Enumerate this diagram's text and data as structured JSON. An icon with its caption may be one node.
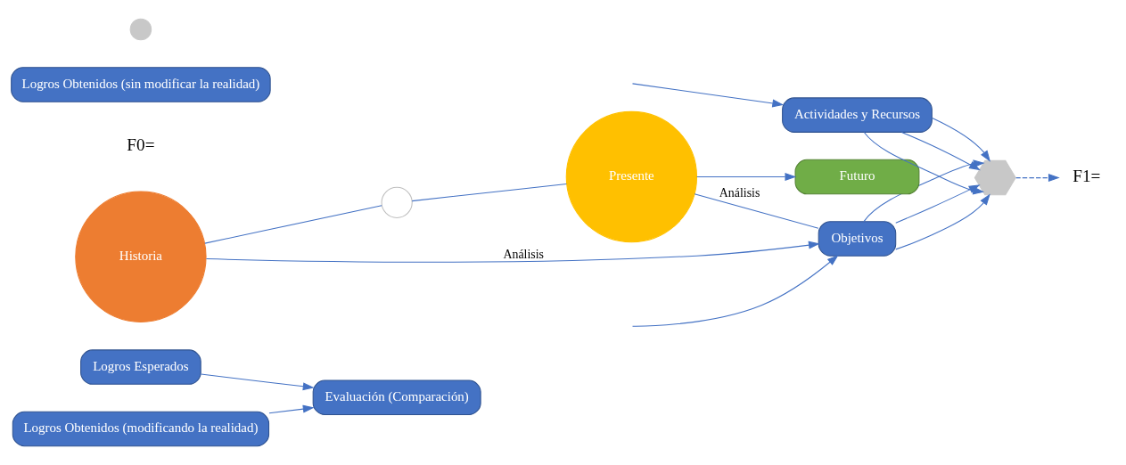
{
  "diagram": {
    "nodes": [
      {
        "text": [
          "Evaluación (Comparación)"
        ]
      },
      {
        "text": [
          "Objetivos"
        ]
      },
      {
        "text": [
          "Logros Esperados"
        ]
      },
      {
        "text": [
          "F1="
        ]
      },
      {
        "text": [
          "Logros Obtenidos (modificando la realidad)"
        ]
      },
      {
        "text": [
          "F0="
        ]
      },
      {
        "text": [
          "Logros Obtenidos (sin modificar la realidad)"
        ]
      },
      {
        "text": [],
        "shape": "circle"
      },
      {
        "text": [
          "Historia"
        ]
      },
      {
        "text": [],
        "shape": "circle"
      },
      {
        "text": [
          "Presente"
        ]
      },
      {
        "text": [],
        "shape": "hexagon"
      },
      {
        "text": [
          "Futuro"
        ]
      },
      {
        "text": [
          "Actividades y Recursos"
        ]
      }
    ],
    "edges": [
      {
        "from": null,
        "to": 1,
        "arrow": "to"
      },
      {
        "from": 2,
        "to": 0,
        "arrow": "to"
      },
      {
        "from": 4,
        "to": 0,
        "arrow": "to"
      },
      {
        "from": 8,
        "to": 1,
        "arrow": "to",
        "label": "Análisis"
      },
      {
        "from": 10,
        "to": 1,
        "arrow": "none",
        "label": "Análisis"
      },
      {
        "from": 1,
        "to": 11,
        "arrow": "to"
      },
      {
        "from": 1,
        "to": 11,
        "arrow": "to"
      },
      {
        "from": 1,
        "to": 11,
        "arrow": "to"
      },
      {
        "from": 13,
        "to": 11,
        "arrow": "to"
      },
      {
        "from": 13,
        "to": 11,
        "arrow": "to"
      },
      {
        "from": 13,
        "to": 11,
        "arrow": "to"
      },
      {
        "from": 11,
        "to": 3,
        "arrow": "to",
        "style": "dashed"
      },
      {
        "from": 8,
        "to": 9,
        "arrow": "none"
      },
      {
        "from": 9,
        "to": 10,
        "arrow": "none"
      },
      {
        "from": 10,
        "to": 12,
        "arrow": "to"
      },
      {
        "from": null,
        "to": 13,
        "arrow": "to"
      }
    ]
  }
}
